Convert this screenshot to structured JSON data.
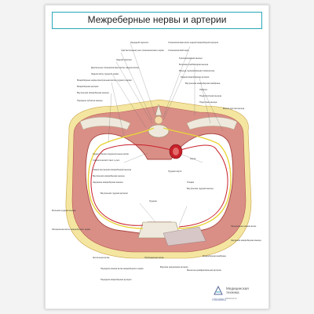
{
  "poster": {
    "title": "Межреберные нервы и артерии"
  },
  "labels": {
    "left": [
      "Передний корешок",
      "Чувствительный узел спинномозгового нерва",
      "Задний корешок",
      "Дорсальные спинномозговые ветви (задняя ветвь)",
      "Задняя ветвь грудного нерва",
      "Межреберные нервы (вентральная ветвь грудного нерва)",
      "Межреберная артерия",
      "Внутренняя межреберная мышца",
      "Передняя зубчатая мышца",
      "Серая и белая соединительные ветви",
      "Симпатический ствол и узел",
      "Самая внутренняя межреберная мышца",
      "Внутренняя межреберная мышца",
      "Наружная межреберная мышца",
      "Внутренняя грудная артерия",
      "Большая грудная мышца",
      "Латеральная ветвь межреберного нерва",
      "Зрительная ветвь",
      "Передняя кожная ветвь межреберного нерва",
      "Передняя межреберная артерия"
    ],
    "right": [
      "Спинномозговая ветвь задней межреберной артерии",
      "Спинномозговой нерв",
      "Трапециевидная мышца",
      "Большая ромбовидная мышца",
      "Мышца, выпрямляющая позвоночник",
      "Задняя межреберная артерия",
      "Внутренняя межреберная мембрана",
      "Лопатка",
      "Подлопаточная мышца",
      "Подостная мышца",
      "Малая круглая мышца",
      "Аорта",
      "Грудная аорта",
      "Плевра",
      "Внутренняя грудная мышца",
      "Латеральная кожная ветвь",
      "Наружная межреберная мышца",
      "Межреберная мембрана"
    ],
    "bottom": [
      "Грудина",
      "Прободающая ветвь",
      "Верхняя надчревная артерия",
      "Мышечно-диафрагмальная артерия"
    ]
  },
  "brand": {
    "name_ru_line1": "Медицинская",
    "name_ru_line2": "техника",
    "name_en": "AlmaMed",
    "sub": "almamed.su"
  },
  "colors": {
    "accent": "#2aa8b8",
    "muscle": "#d98f86",
    "muscle_dark": "#b75b55",
    "nerve": "#e8d43a",
    "artery": "#c8202a",
    "fat": "#f4e6a0",
    "bone": "#eee9dc"
  }
}
